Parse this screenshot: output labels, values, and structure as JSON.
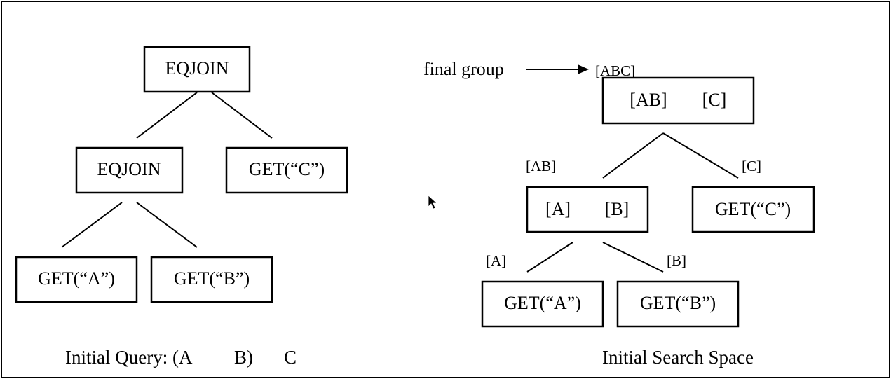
{
  "left_tree": {
    "root": "EQJOIN",
    "inner_join": "EQJOIN",
    "get_c": "GET(“C”)",
    "get_a": "GET(“A”)",
    "get_b": "GET(“B”)",
    "caption": {
      "prefix": "Initial Query: (A",
      "b": "B)",
      "c": "C"
    }
  },
  "right_tree": {
    "final_group_label": "final group",
    "abc_group": "[ABC]",
    "root_left": "[AB]",
    "root_right": "[C]",
    "ab_group": "[AB]",
    "c_group": "[C]",
    "ab_node_left": "[A]",
    "ab_node_right": "[B]",
    "get_c": "GET(“C”)",
    "a_group": "[A]",
    "b_group": "[B]",
    "get_a": "GET(“A”)",
    "get_b": "GET(“B”)",
    "caption": "Initial Search Space"
  },
  "icons": {
    "arrow": "right-arrow-icon",
    "cursor": "mouse-pointer-icon"
  }
}
